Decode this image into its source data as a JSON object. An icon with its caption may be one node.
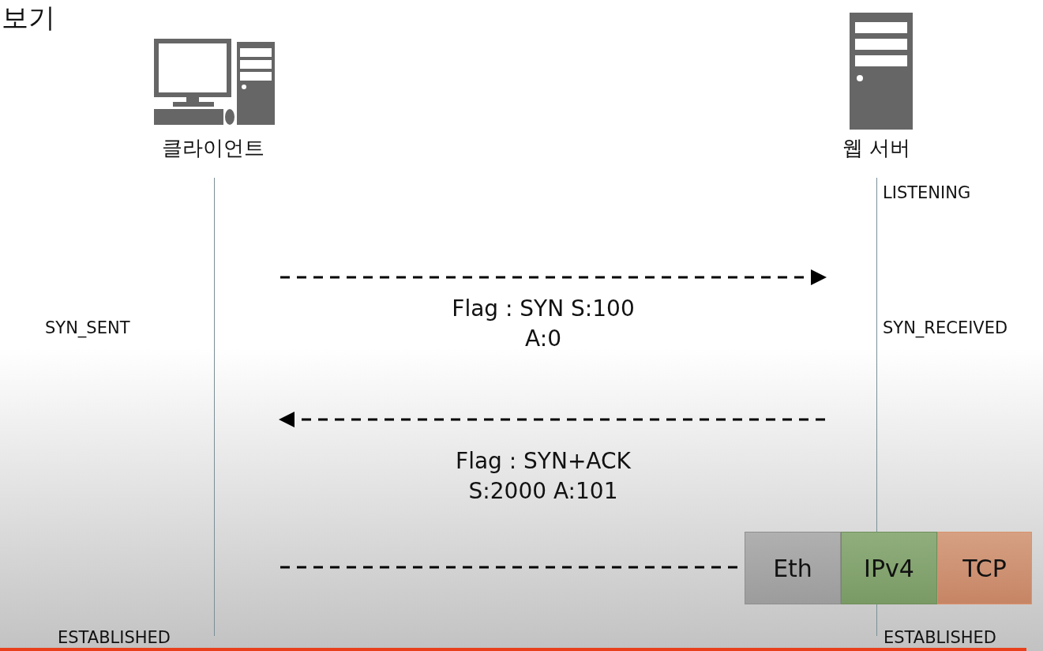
{
  "diagram": {
    "title": "보기",
    "nodes": [
      {
        "text": [
          "클라이언트"
        ]
      },
      {
        "text": [
          "웹 서버"
        ]
      },
      {
        "text": [
          "Eth"
        ]
      },
      {
        "text": [
          "IPv4"
        ]
      },
      {
        "text": [
          "TCP"
        ]
      }
    ],
    "edges": [
      {
        "from": 0,
        "to": 1,
        "arrow": "to",
        "style": "dashed",
        "label": "Flag : SYN S:100 A:0"
      },
      {
        "from": 1,
        "to": 0,
        "arrow": "to",
        "style": "dashed",
        "label": "Flag : SYN+ACK S:2000 A:101"
      },
      {
        "from": 0,
        "to": 2,
        "arrow": "none",
        "style": "dashed"
      }
    ],
    "labels": [
      "LISTENING",
      "SYN_SENT",
      "SYN_RECEIVED",
      "ESTABLISHED",
      "ESTABLISHED"
    ]
  }
}
